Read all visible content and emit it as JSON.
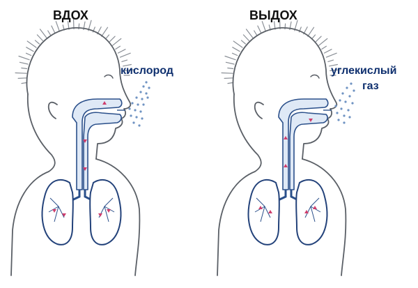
{
  "panels": [
    {
      "title": "ВДОХ",
      "gas_lines": [
        "кислород"
      ]
    },
    {
      "title": "ВЫДОХ",
      "gas_lines": [
        "углекислый",
        "газ"
      ]
    }
  ],
  "colors": {
    "outline": "#5a5f66",
    "airway": "#2a4f8a",
    "airway_fill": "#dfe9f6",
    "particles": "#6f93c2",
    "arrows": "#cf3d6c",
    "text_dark": "#111111",
    "text_blue": "#0e2f6e"
  }
}
